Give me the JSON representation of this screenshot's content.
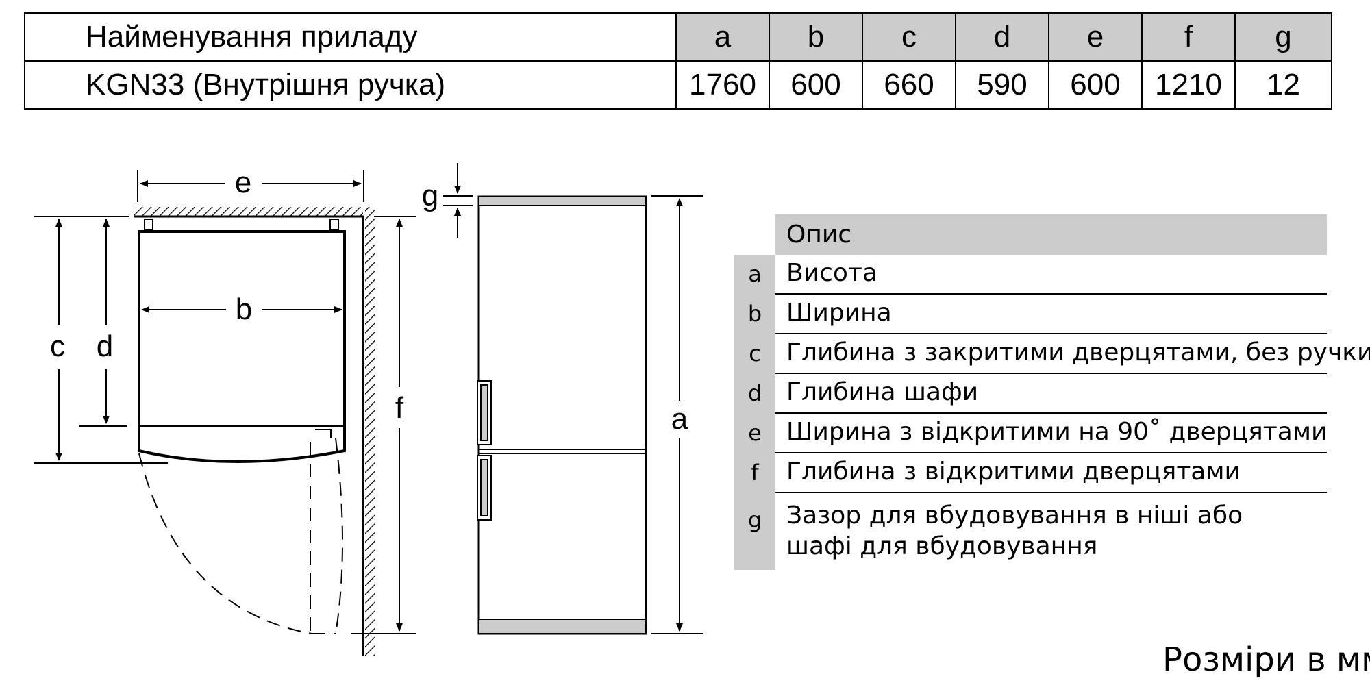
{
  "table": {
    "header_name": "Найменування приладу",
    "letters": [
      "a",
      "b",
      "c",
      "d",
      "e",
      "f",
      "g"
    ],
    "model": "KGN33 (Внутрішня ручка)",
    "values": [
      "1760",
      "600",
      "660",
      "590",
      "600",
      "1210",
      "12"
    ]
  },
  "drawing": {
    "labels": {
      "a": "a",
      "b": "b",
      "c": "c",
      "d": "d",
      "e": "e",
      "f": "f",
      "g": "g"
    }
  },
  "legend": {
    "title": "Опис",
    "rows": [
      {
        "key": "a",
        "text": "Висота"
      },
      {
        "key": "b",
        "text": "Ширина"
      },
      {
        "key": "c",
        "text": "Глибина з закритими дверцятами, без ручки"
      },
      {
        "key": "d",
        "text": "Глибина шафи"
      },
      {
        "key": "e",
        "text": "Ширина з відкритими на 90˚ дверцятами"
      },
      {
        "key": "f",
        "text": "Глибина з відкритими дверцятами"
      },
      {
        "key": "g",
        "text": "Зазор для вбудовування в ніші або шафі для вбудовування"
      }
    ]
  },
  "units": "Розміри в мм"
}
